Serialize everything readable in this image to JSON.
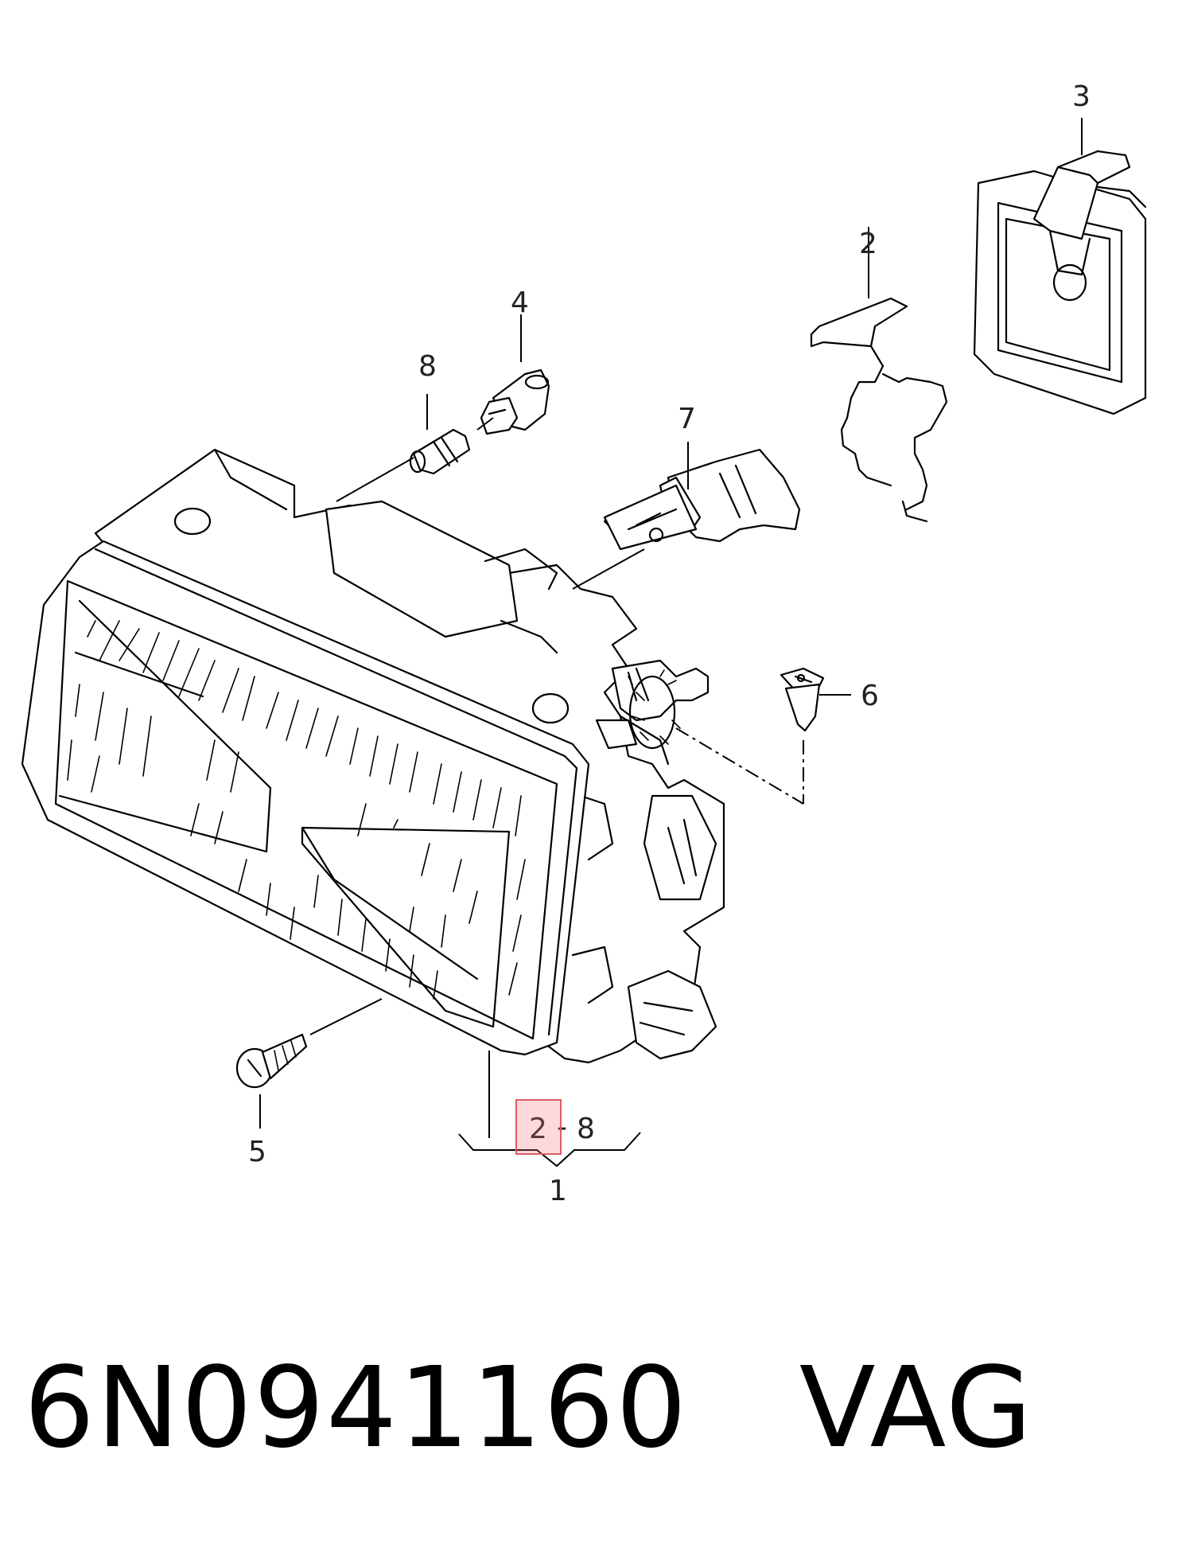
{
  "callouts": {
    "c3": "3",
    "c2_top": "2",
    "c4": "4",
    "c8_top": "8",
    "c7": "7",
    "c6": "6",
    "c5": "5",
    "c2_range_start": "2",
    "c_range_dash": "-",
    "c8_range_end": "8",
    "c1": "1"
  },
  "part_number": "6N0941160",
  "brand": "VAG",
  "colors": {
    "highlight_fill": "#f0a0a8",
    "highlight_border": "#e05a65",
    "line": "#000000"
  }
}
